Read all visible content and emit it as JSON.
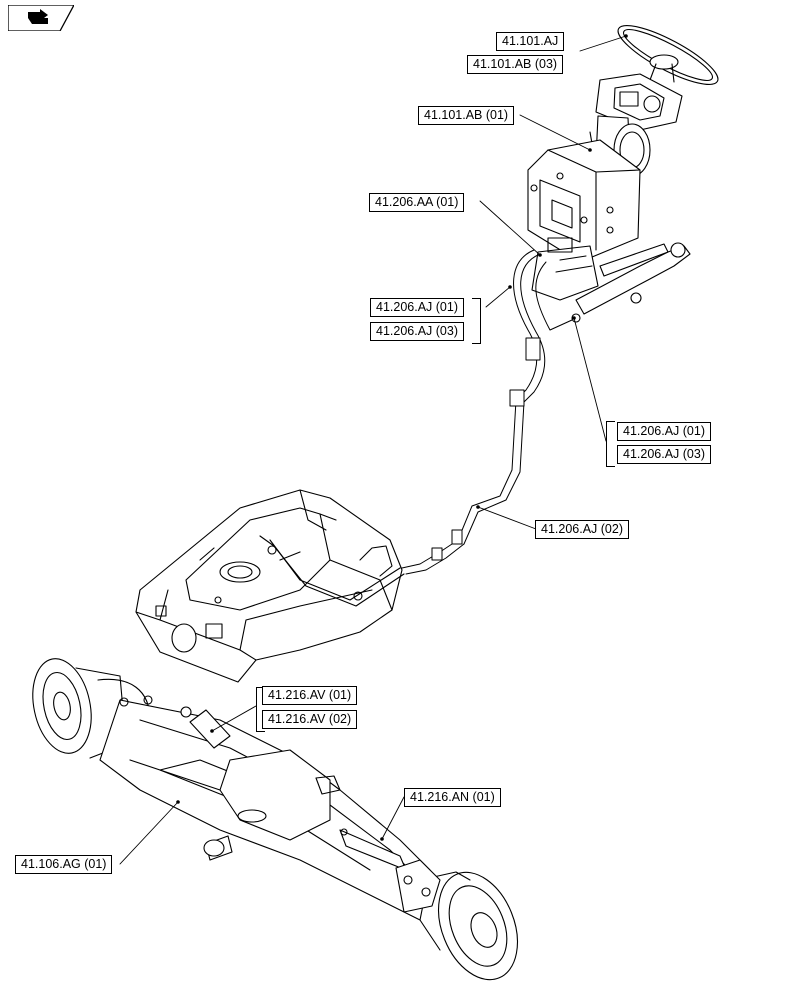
{
  "labels": {
    "l_101_aj": "41.101.AJ",
    "l_101_ab_03": "41.101.AB (03)",
    "l_101_ab_01": "41.101.AB (01)",
    "l_206_aa_01": "41.206.AA (01)",
    "l_206_aj_01_left": "41.206.AJ (01)",
    "l_206_aj_03_left": "41.206.AJ (03)",
    "l_206_aj_01_right": "41.206.AJ (01)",
    "l_206_aj_03_right": "41.206.AJ (03)",
    "l_206_aj_02": "41.206.AJ (02)",
    "l_216_av_01": "41.216.AV (01)",
    "l_216_av_02": "41.216.AV (02)",
    "l_216_an_01": "41.216.AN (01)",
    "l_106_ag_01": "41.106.AG (01)"
  },
  "icons": {
    "nav": "back-arrow-icon"
  },
  "colors": {
    "line": "#000000",
    "fill": "#ffffff",
    "shade": "#d9d9d9"
  }
}
